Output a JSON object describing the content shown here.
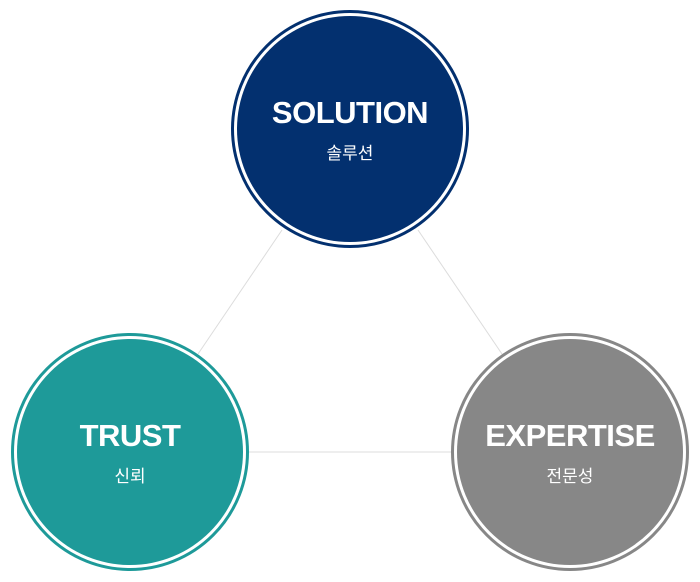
{
  "nodes": [
    {
      "title": "SOLUTION",
      "subtitle": "솔루션",
      "color": "#03306f"
    },
    {
      "title": "TRUST",
      "subtitle": "신뢰",
      "color": "#1e9a99"
    },
    {
      "title": "EXPERTISE",
      "subtitle": "전문성",
      "color": "#878787"
    }
  ],
  "line_color": "#dddddd"
}
